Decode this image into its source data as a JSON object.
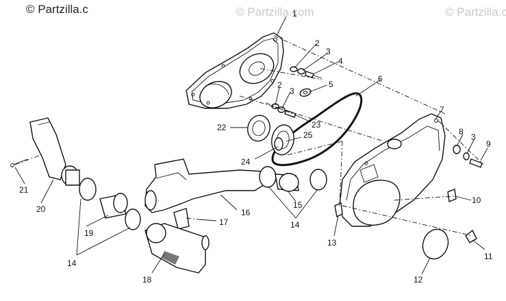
{
  "watermarks": [
    "© Partzilla.c",
    "© Partzilla.com",
    "© Partzilla.com"
  ],
  "callouts": [
    "1",
    "2",
    "3",
    "4",
    "5",
    "6",
    "2",
    "3",
    "23",
    "22",
    "25",
    "24",
    "7",
    "8",
    "3",
    "9",
    "21",
    "20",
    "16",
    "17",
    "15",
    "14",
    "10",
    "11",
    "13",
    "19",
    "14",
    "18",
    "12"
  ]
}
